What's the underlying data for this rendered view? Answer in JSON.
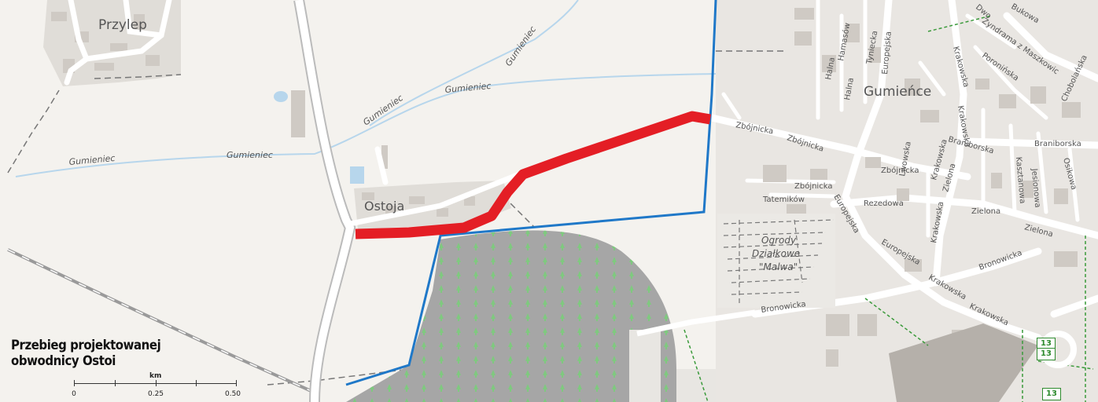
{
  "map": {
    "places": {
      "przylep": "Przylep",
      "ostoja": "Ostoja",
      "gumience": "Gumieńce",
      "ogrody_line1": "Ogrody",
      "ogrody_line2": "Działkowe",
      "ogrody_line3": "\"Malwa\""
    },
    "water": {
      "gumieniec": "Gumieniec"
    },
    "streets": {
      "zbojnicka": "Zbójnicka",
      "krakowska": "Krakowska",
      "europejska": "Europejska",
      "bronowicka": "Bronowicka",
      "braniborska": "Braniborska",
      "zielona": "Zielona",
      "lwowska": "Lwowska",
      "rezedowa": "Rezedowa",
      "tatemikow": "Tatemików",
      "halna": "Halna",
      "hamasow": "Hamasów",
      "tyniecka": "Tyniecka",
      "poroninska": "Poronińska",
      "bukowa": "Bukowa",
      "chobolanska": "Chobolańska",
      "zyndrama": "Zyndrama z Maszkowic",
      "kasztanowa": "Kasztanowa",
      "jesionowa": "Jesionowa",
      "osikowa": "Osikowa",
      "dwo": "Dwo"
    },
    "route_shields": [
      "13",
      "13",
      "13"
    ],
    "colors": {
      "route": "#e41e25",
      "boundary": "#1f78c8",
      "forest": "#a6a6a6",
      "background": "#f2efe9"
    }
  },
  "legend": {
    "title_line1": "Przebieg projektowanej",
    "title_line2": "obwodnicy Ostoi",
    "scale_unit": "km",
    "scale_ticks": [
      "0",
      "0.25",
      "0.50"
    ]
  }
}
